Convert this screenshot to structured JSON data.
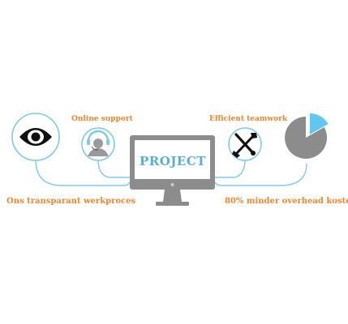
{
  "labels": {
    "online_support": "Online support",
    "efficient_teamwork": "Efficient teamwork",
    "transparent_process": "Ons transparant werkproces",
    "overhead_reduction": "80% minder overhead kosten"
  },
  "monitor": {
    "screen_text": "PROJECT"
  },
  "icons": {
    "left_1": "eye-icon",
    "left_2": "headset-support-icon",
    "right_1": "tools-icon",
    "right_2": "pie-chart-icon"
  },
  "colors": {
    "accent_orange": "#f0872d",
    "connector_blue": "#7ccbe8",
    "screen_text": "#5aaed4",
    "gray": "#8c8c8c",
    "dark": "#111111"
  }
}
